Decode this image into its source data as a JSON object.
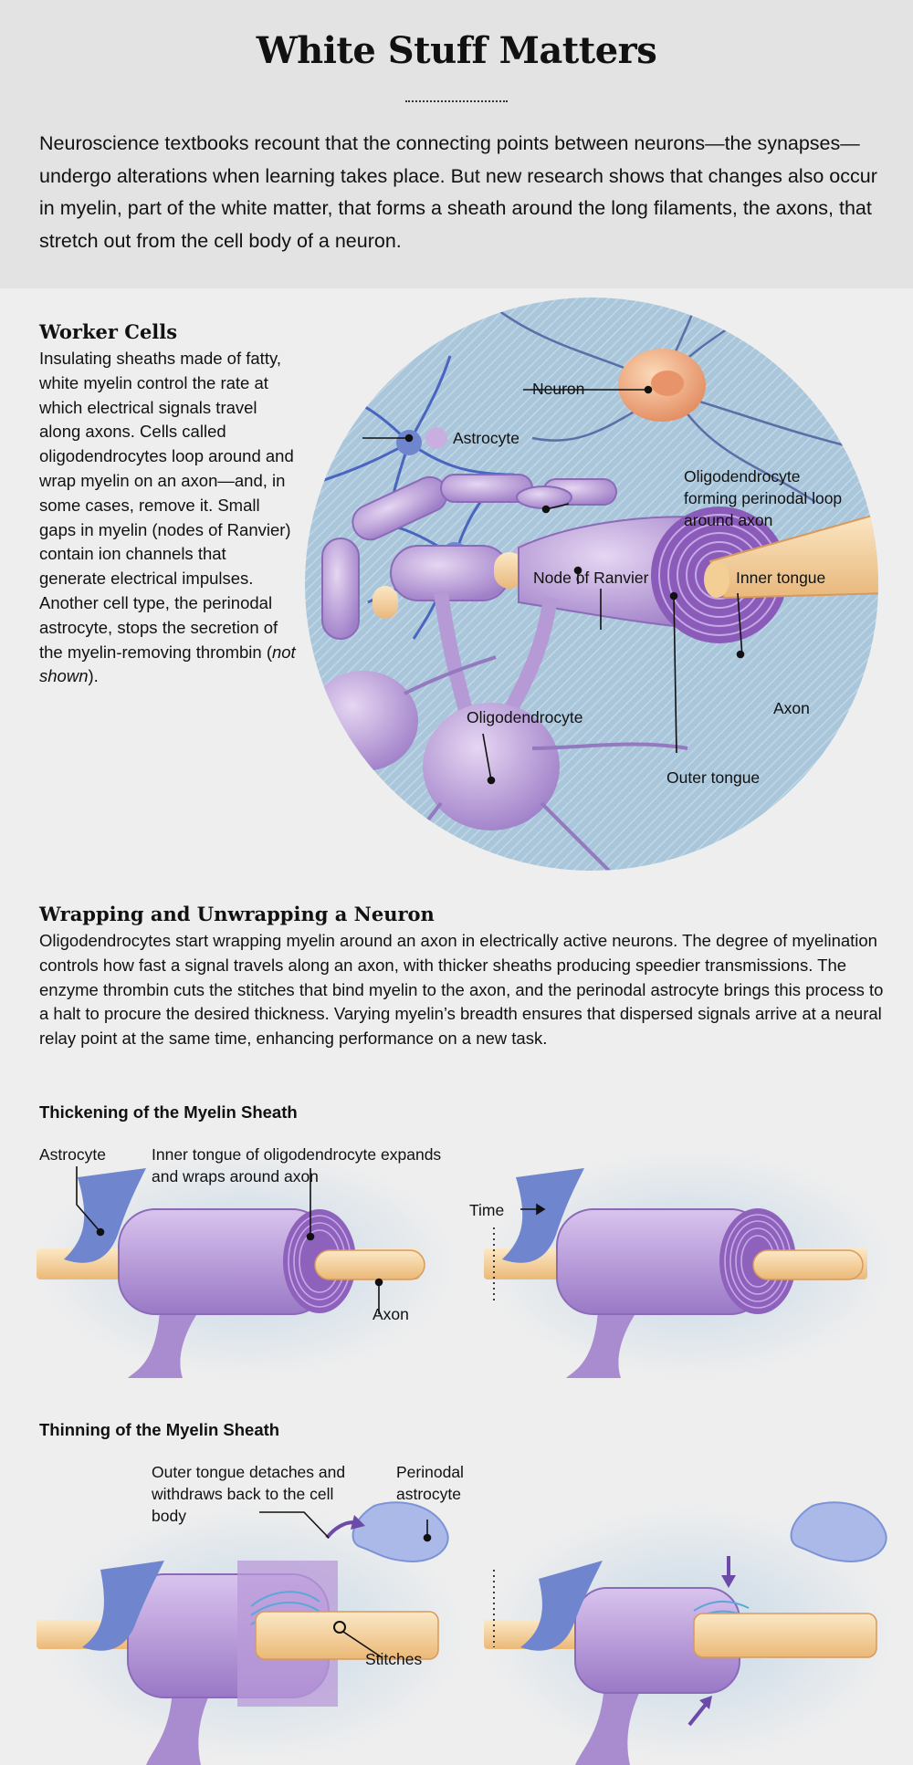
{
  "header": {
    "title": "White Stuff Matters",
    "intro": "Neuroscience textbooks recount that the connecting points between neurons—the synapses—undergo alterations when learning takes place. But new research shows that changes also occur in myelin, part of the white matter, that forms a sheath around the long filaments, the axons, that stretch out from the cell body of a neuron."
  },
  "worker_cells": {
    "heading": "Worker Cells",
    "text_before": "Insulating sheaths made of fatty, white myelin control the rate at which electrical signals travel along axons. Cells called oligodendrocytes loop around and wrap myelin on an axon—and, in some cases, remove it. Small gaps in myelin (nodes of Ranvier) contain ion channels that generate electrical impulses. Another cell type, the perinodal astrocyte, stops the secretion of the myelin-removing thrombin (",
    "text_italic": "not shown",
    "text_after": ")."
  },
  "circle_labels": {
    "neuron": "Neuron",
    "astrocyte": "Astrocyte",
    "oligo_loop": "Oligodendrocyte forming perinodal loop around axon",
    "node": "Node of Ranvier",
    "inner_tongue": "Inner tongue",
    "axon": "Axon",
    "oligodendrocyte": "Oligodendrocyte",
    "outer_tongue": "Outer tongue"
  },
  "wrapping": {
    "heading": "Wrapping and Unwrapping a Neuron",
    "text": "Oligodendrocytes start wrapping myelin around an axon in electrically active neurons. The degree of myelination controls how fast a signal travels along an axon, with thicker sheaths producing speedier transmissions. The enzyme thrombin cuts the stitches that bind myelin to the axon, and the perinodal astrocyte brings this process to a halt to procure the desired thickness. Varying myelin’s breadth ensures that dispersed signals arrive at a neural relay point at the same time, enhancing performance on a new task."
  },
  "thickening": {
    "heading": "Thickening of the Myelin Sheath",
    "astrocyte": "Astrocyte",
    "inner_tongue": "Inner tongue of oligodendrocyte expands and wraps around axon",
    "axon": "Axon",
    "time": "Time"
  },
  "thinning": {
    "heading": "Thinning of the Myelin Sheath",
    "outer_tongue": "Outer tongue detaches and withdraws back to the cell body",
    "perinodal": "Perinodal astrocyte",
    "stitches": "Stitches"
  },
  "colors": {
    "myelin": "#b59ad6",
    "axon": "#f6d9a3",
    "astrocyte_blue": "#6f86cf",
    "circle_bg": "#a9c6db",
    "neuron_orange": "#f0ad7a"
  }
}
